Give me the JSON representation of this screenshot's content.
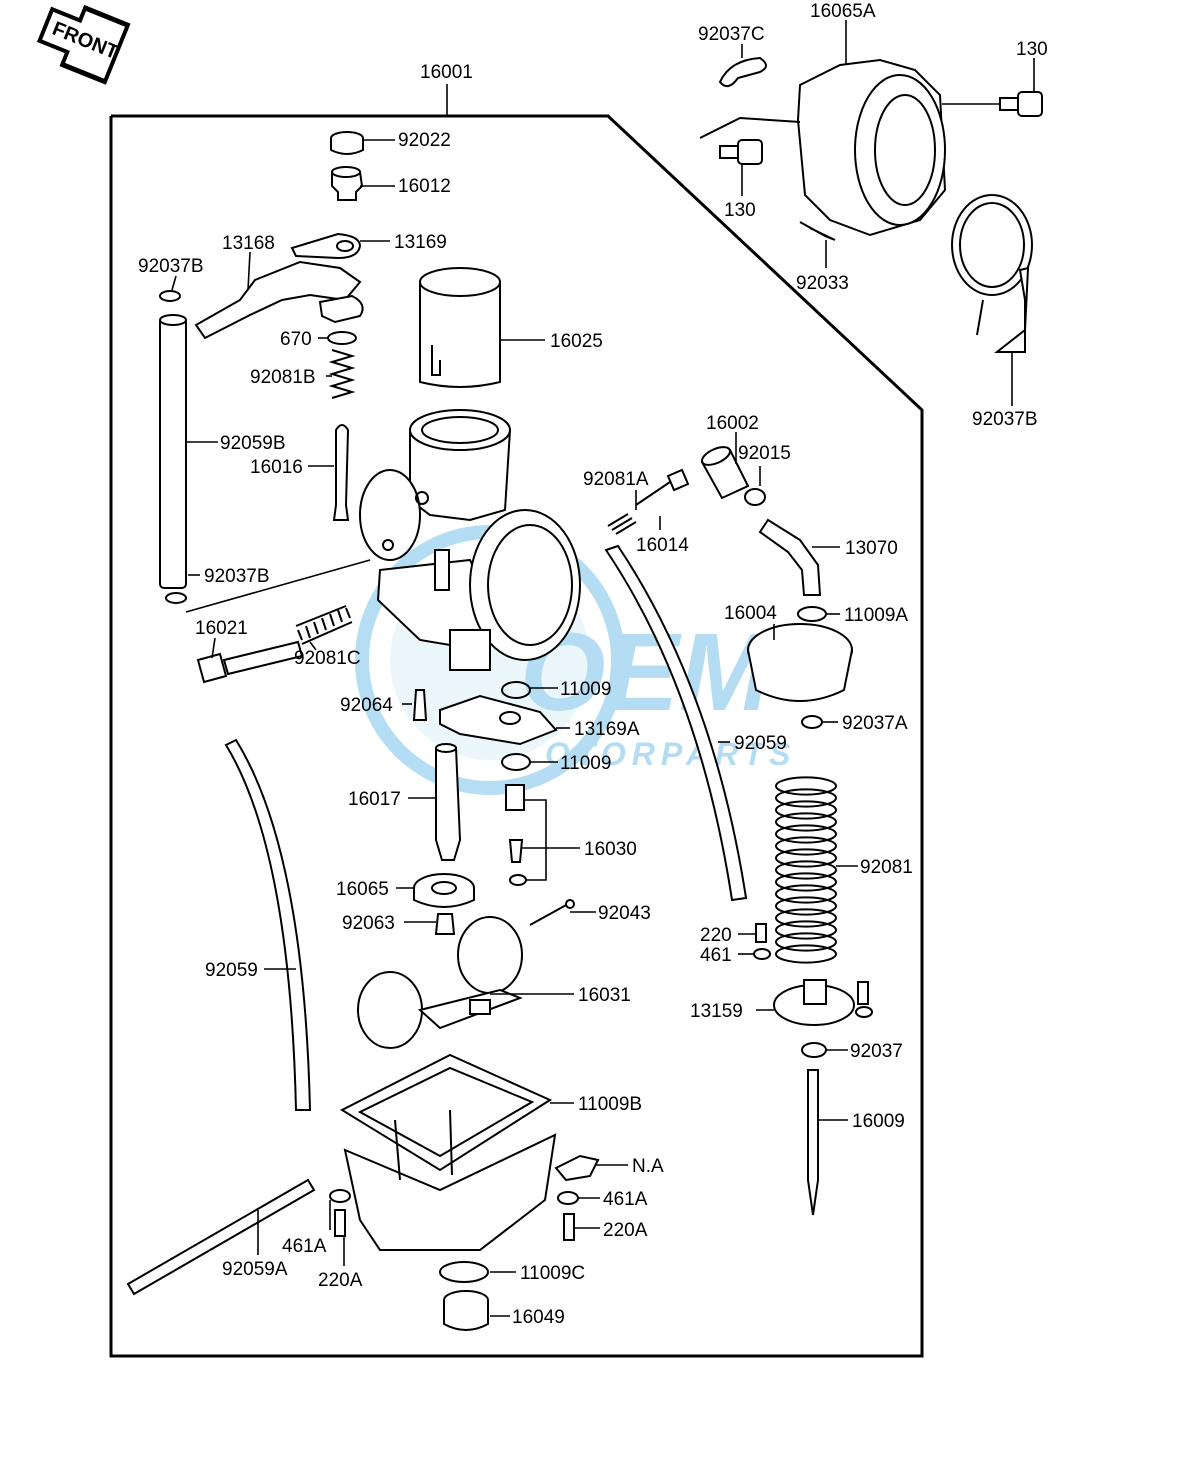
{
  "front_arrow": {
    "label": "FRONT"
  },
  "watermark": {
    "big": "OEM",
    "small": "OTORPARTS",
    "color": "#5bb6e6"
  },
  "callouts": {
    "c16001": "16001",
    "c92022": "92022",
    "c16012": "16012",
    "c13168": "13168",
    "c13169": "13169",
    "c92037B_a": "92037B",
    "c670": "670",
    "c92081B": "92081B",
    "c16025": "16025",
    "c92059B": "92059B",
    "c16016": "16016",
    "c92037B_b": "92037B",
    "c16021": "16021",
    "c92081C": "92081C",
    "c92064": "92064",
    "c11009_a": "11009",
    "c13169A": "13169A",
    "c11009_b": "11009",
    "c16017": "16017",
    "c16030": "16030",
    "c16065": "16065",
    "c92063": "92063",
    "c92043": "92043",
    "c92059_a": "92059",
    "c16031": "16031",
    "c11009B": "11009B",
    "cNA": "N.A",
    "c461A_r": "461A",
    "c220A_r": "220A",
    "c461A_l": "461A",
    "c220A_l": "220A",
    "c92059A": "92059A",
    "c11009C": "11009C",
    "c16049": "16049",
    "c92037C": "92037C",
    "c16065A": "16065A",
    "c130_a": "130",
    "c130_b": "130",
    "c92033": "92033",
    "c92037B_c": "92037B",
    "c16002": "16002",
    "c92015": "92015",
    "c92081A": "92081A",
    "c16014": "16014",
    "c13070": "13070",
    "c16004": "16004",
    "c11009A": "11009A",
    "c92037A": "92037A",
    "c92059_b": "92059",
    "c92081": "92081",
    "c220": "220",
    "c461": "461",
    "c13159": "13159",
    "c92037": "92037",
    "c16009": "16009"
  }
}
